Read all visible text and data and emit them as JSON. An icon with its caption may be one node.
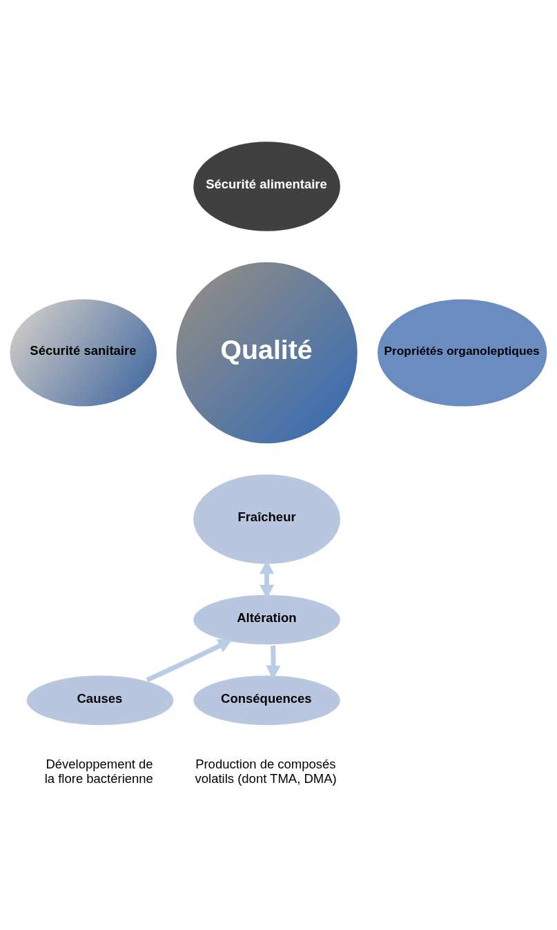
{
  "diagram": {
    "nodes": [
      {
        "text": [
          "Qualité"
        ]
      },
      {
        "text": [
          "Sécurité alimentaire"
        ]
      },
      {
        "text": [
          "Sécurité sanitaire"
        ]
      },
      {
        "text": [
          "Propriétés organoleptiques"
        ]
      },
      {
        "text": [
          "Fraîcheur"
        ]
      },
      {
        "text": [
          "Altération"
        ]
      },
      {
        "text": [
          "Causes"
        ],
        "beside": [
          "Développement de la flore bactérienne"
        ]
      },
      {
        "text": [
          "Conséquences"
        ],
        "beside": [
          "Production de composés volatils (dont TMA, DMA)"
        ]
      }
    ],
    "edges": [
      {
        "from": 4,
        "to": 5,
        "arrow": "both"
      },
      {
        "from": 6,
        "to": 5,
        "arrow": "to"
      },
      {
        "from": 5,
        "to": 7,
        "arrow": "to"
      }
    ]
  }
}
